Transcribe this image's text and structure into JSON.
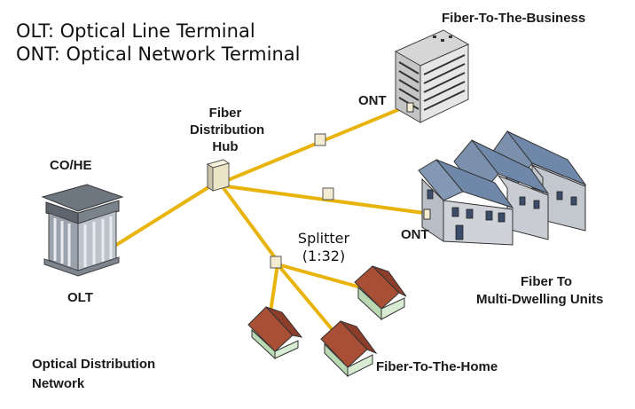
{
  "legend": {
    "line1": "OLT: Optical Line Terminal",
    "line2": "ONT: Optical Network Terminal"
  },
  "labels": {
    "business": "Fiber-To-The-Business",
    "ont_business": "ONT",
    "hub_line1": "Fiber",
    "hub_line2": "Distribution",
    "hub_line3": "Hub",
    "co_he": "CO/HE",
    "olt": "OLT",
    "ont_mdu": "ONT",
    "splitter_line1": "Splitter",
    "splitter_line2": "(1:32)",
    "mdu_line1": "Fiber To",
    "mdu_line2": "Multi-Dwelling Units",
    "ftth": "Fiber-To-The-Home",
    "odn_line1": "Optical Distribution",
    "odn_line2": "Network"
  },
  "colors": {
    "fiber": "#e8b40c",
    "building": "#d9d9d9",
    "house_roof": "#b5533a",
    "house_wall": "#cfe7c9",
    "mdu_roof": "#6f87a8",
    "mdu_wall": "#c3c7ce",
    "co_wall": "#9aa3ad"
  }
}
